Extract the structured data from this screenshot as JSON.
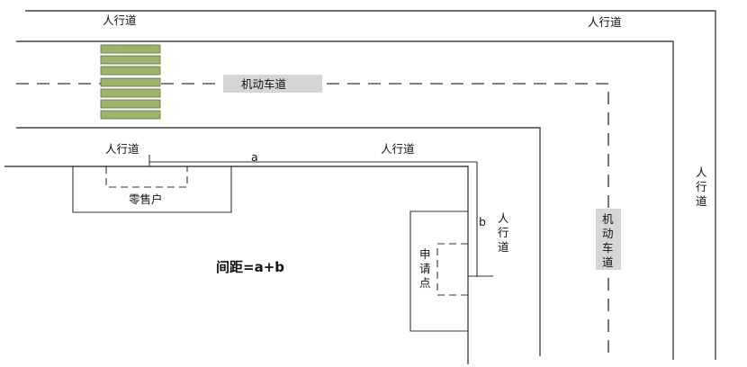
{
  "labels": {
    "sidewalk": "人行道",
    "motorway": "机动车道",
    "retailer": "零售户",
    "applicant": "申请点",
    "seg_a": "a",
    "seg_b": "b",
    "formula": "间距=a+b"
  },
  "colors": {
    "crosswalk": "#9cb46b",
    "label_bg": "#d6d6d6",
    "line": "#444444"
  }
}
